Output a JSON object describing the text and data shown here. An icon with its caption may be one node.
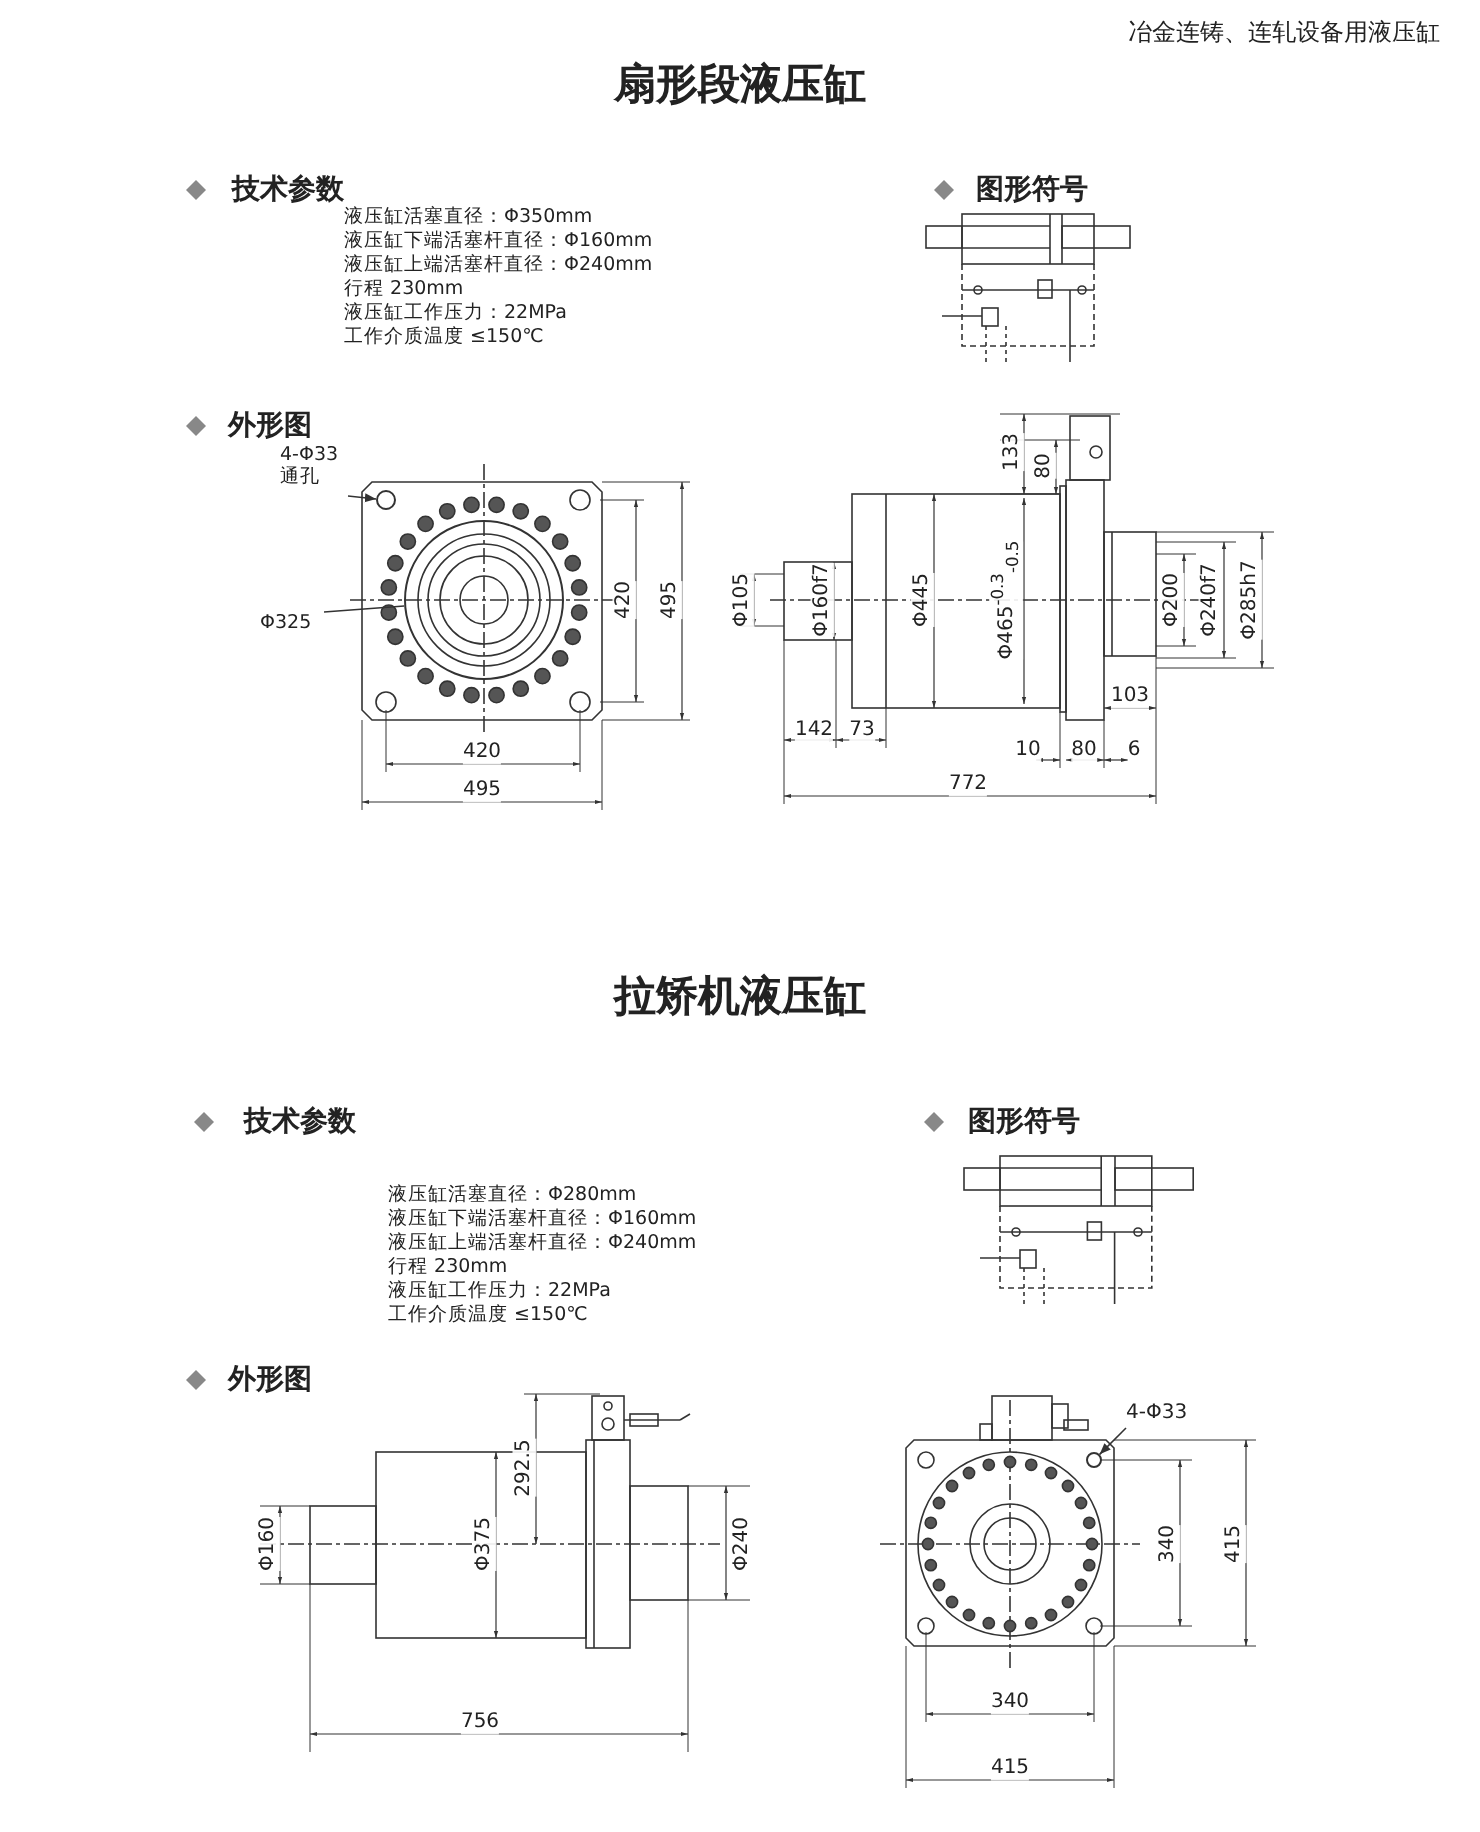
{
  "diagram": {
    "nodes": [
      {
        "text": [
          "4-Φ33 通孔"
        ]
      },
      {
        "text": [],
        "shape": "circle"
      },
      {
        "text": [
          "Φ325"
        ]
      },
      {
        "text": [],
        "shape": "circle"
      },
      {
        "text": [
          "4-Φ33"
        ]
      },
      {
        "text": [],
        "shape": "circle"
      }
    ],
    "edges": [
      {
        "from": 0,
        "to": 1,
        "arrow": "to"
      },
      {
        "from": 2,
        "to": 3,
        "arrow": "none"
      },
      {
        "from": 4,
        "to": 5,
        "arrow": "to"
      }
    ],
    "labels": [
      "冶金连铸、连轧设备用液压缸",
      "扇形段液压缸",
      "技术参数",
      "液压缸活塞直径：Φ350mm",
      "液压缸下端活塞杆直径：Φ160mm",
      "液压缸上端活塞杆直径：Φ240mm",
      "行程  230mm",
      "液压缸工作压力：22MPa",
      "工作介质温度 ≤150℃",
      "图形符号",
      "外形图",
      "420",
      "495",
      "420",
      "495",
      "133",
      "80",
      "Φ105",
      "Φ160f7",
      "Φ445",
      "Φ465$^{-0.3}$$_{-0.5}$",
      "Φ200",
      "Φ240f7",
      "Φ285h7",
      "103",
      "142",
      "73",
      "10",
      "80",
      "6",
      "772",
      "拉矫机液压缸",
      "技术参数",
      "液压缸活塞直径：Φ280mm",
      "液压缸下端活塞杆直径：Φ160mm",
      "液压缸上端活塞杆直径：Φ240mm",
      "行程  230mm",
      "液压缸工作压力：22MPa",
      "工作介质温度 ≤150℃",
      "图形符号",
      "外形图",
      "292.5",
      "Φ160",
      "Φ375",
      "Φ240",
      "756",
      "340",
      "415",
      "340",
      "415"
    ]
  }
}
